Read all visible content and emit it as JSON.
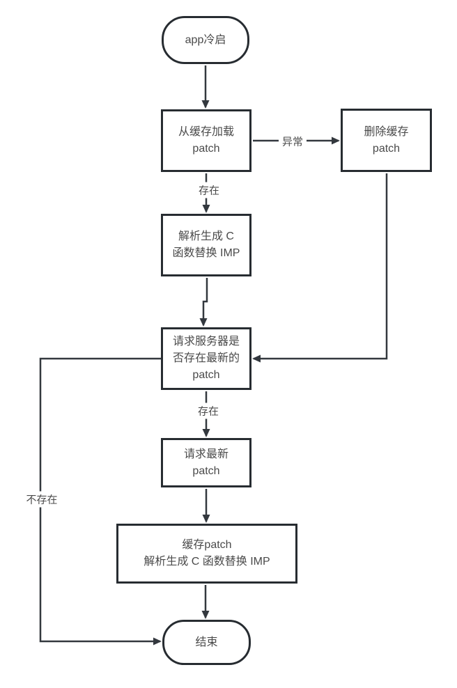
{
  "diagram": {
    "background_color": "#ffffff",
    "node_border_color": "#272c31",
    "edge_color": "#33383e",
    "text_color": "#4a4a4a"
  },
  "nodes": {
    "start": {
      "label": "app冷启"
    },
    "load_cache": {
      "line1": "从缓存加载",
      "line2": "patch"
    },
    "delete_cache": {
      "line1": "删除缓存",
      "line2": "patch"
    },
    "parse_imp": {
      "line1": "解析生成 C",
      "line2": "函数替换 IMP"
    },
    "ask_server": {
      "line1": "请求服务器是",
      "line2": "否存在最新的",
      "line3": "patch"
    },
    "request_latest": {
      "line1": "请求最新",
      "line2": "patch"
    },
    "cache_and_parse": {
      "line1": "缓存patch",
      "line2": "解析生成 C 函数替换 IMP"
    },
    "end": {
      "label": "结束"
    }
  },
  "edge_labels": {
    "exception": "异常",
    "exists_top": "存在",
    "exists_bottom": "存在",
    "not_exists": "不存在"
  }
}
